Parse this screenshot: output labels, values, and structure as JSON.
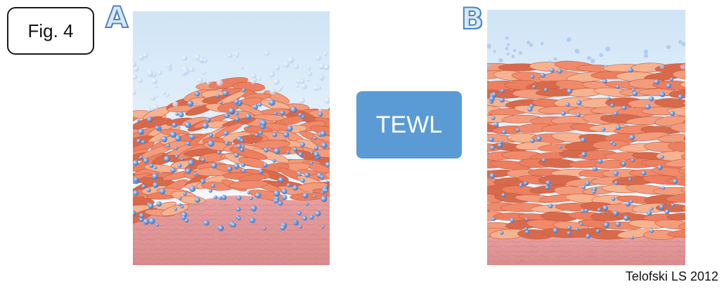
{
  "figure_label": "Fig. 4",
  "panels": [
    {
      "letter": "A",
      "description_icon": "skin-barrier-damaged-illustration"
    },
    {
      "letter": "B",
      "description_icon": "skin-barrier-intact-illustration"
    }
  ],
  "center_label": "TEWL",
  "credit": {
    "name": "Telofski",
    "rest": " LS 2012"
  },
  "colors": {
    "sky_top": "#d3e6f6",
    "sky_bottom": "#ffffff",
    "cell": "#f08a6a",
    "cell_light": "#f7b28f",
    "cell_dark": "#d86a4c",
    "dermis": "#e8a4a4",
    "droplet": "#5b8fd6",
    "tewl_box": "#5b9bd5"
  }
}
